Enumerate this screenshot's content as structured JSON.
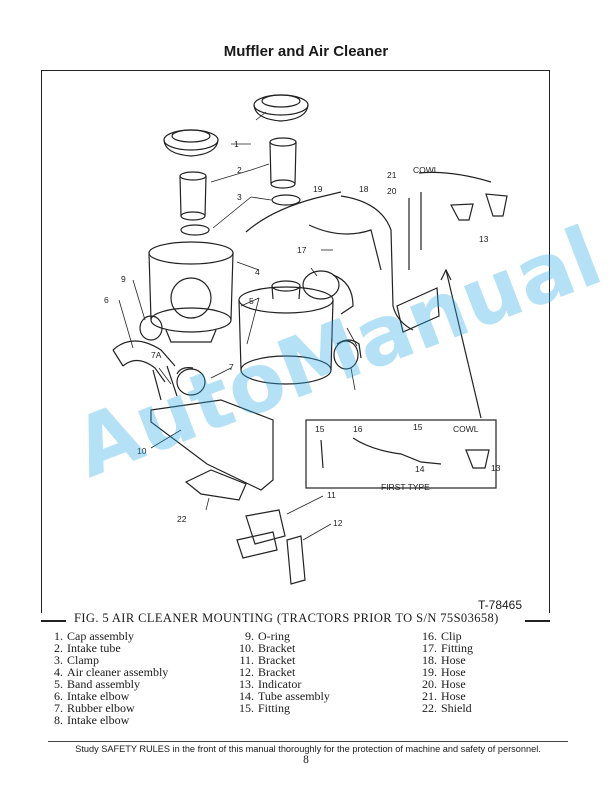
{
  "header": {
    "title": "Muffler and Air Cleaner"
  },
  "figure": {
    "caption": "FIG. 5 AIR CLEANER MOUNTING (TRACTORS PRIOR TO S/N 75S03658)",
    "drawing_number": "T-78465",
    "callouts": [
      "1",
      "2",
      "3",
      "4",
      "5",
      "6",
      "7",
      "7A",
      "9",
      "10",
      "11",
      "12",
      "13",
      "17",
      "18",
      "19",
      "20",
      "21",
      "22"
    ],
    "cowl_label": "COWL",
    "inset": {
      "label": "FIRST TYPE",
      "cowl_label": "COWL",
      "callouts": [
        "15",
        "16",
        "15",
        "14",
        "13"
      ]
    }
  },
  "parts_list": {
    "col1": [
      {
        "num": "1.",
        "name": "Cap assembly"
      },
      {
        "num": "2.",
        "name": "Intake tube"
      },
      {
        "num": "3.",
        "name": "Clamp"
      },
      {
        "num": "4.",
        "name": "Air cleaner assembly"
      },
      {
        "num": "5.",
        "name": "Band assembly"
      },
      {
        "num": "6.",
        "name": "Intake elbow"
      },
      {
        "num": "7.",
        "name": "Rubber elbow"
      },
      {
        "num": "8.",
        "name": "Intake elbow"
      }
    ],
    "col2": [
      {
        "num": "9.",
        "name": "O-ring"
      },
      {
        "num": "10.",
        "name": "Bracket"
      },
      {
        "num": "11.",
        "name": "Bracket"
      },
      {
        "num": "12.",
        "name": "Bracket"
      },
      {
        "num": "13.",
        "name": "Indicator"
      },
      {
        "num": "14.",
        "name": "Tube assembly"
      },
      {
        "num": "15.",
        "name": "Fitting"
      }
    ],
    "col3": [
      {
        "num": "16.",
        "name": "Clip"
      },
      {
        "num": "17.",
        "name": "Fitting"
      },
      {
        "num": "18.",
        "name": "Hose"
      },
      {
        "num": "19.",
        "name": "Hose"
      },
      {
        "num": "20.",
        "name": "Hose"
      },
      {
        "num": "21.",
        "name": "Hose"
      },
      {
        "num": "22.",
        "name": "Shield"
      }
    ]
  },
  "footer": {
    "safety_note": "Study SAFETY RULES in the front of this manual thoroughly for the protection of machine and safety of personnel.",
    "page_number": "8"
  },
  "watermark": {
    "text": "AutoManual",
    "color": "#28aae6"
  }
}
